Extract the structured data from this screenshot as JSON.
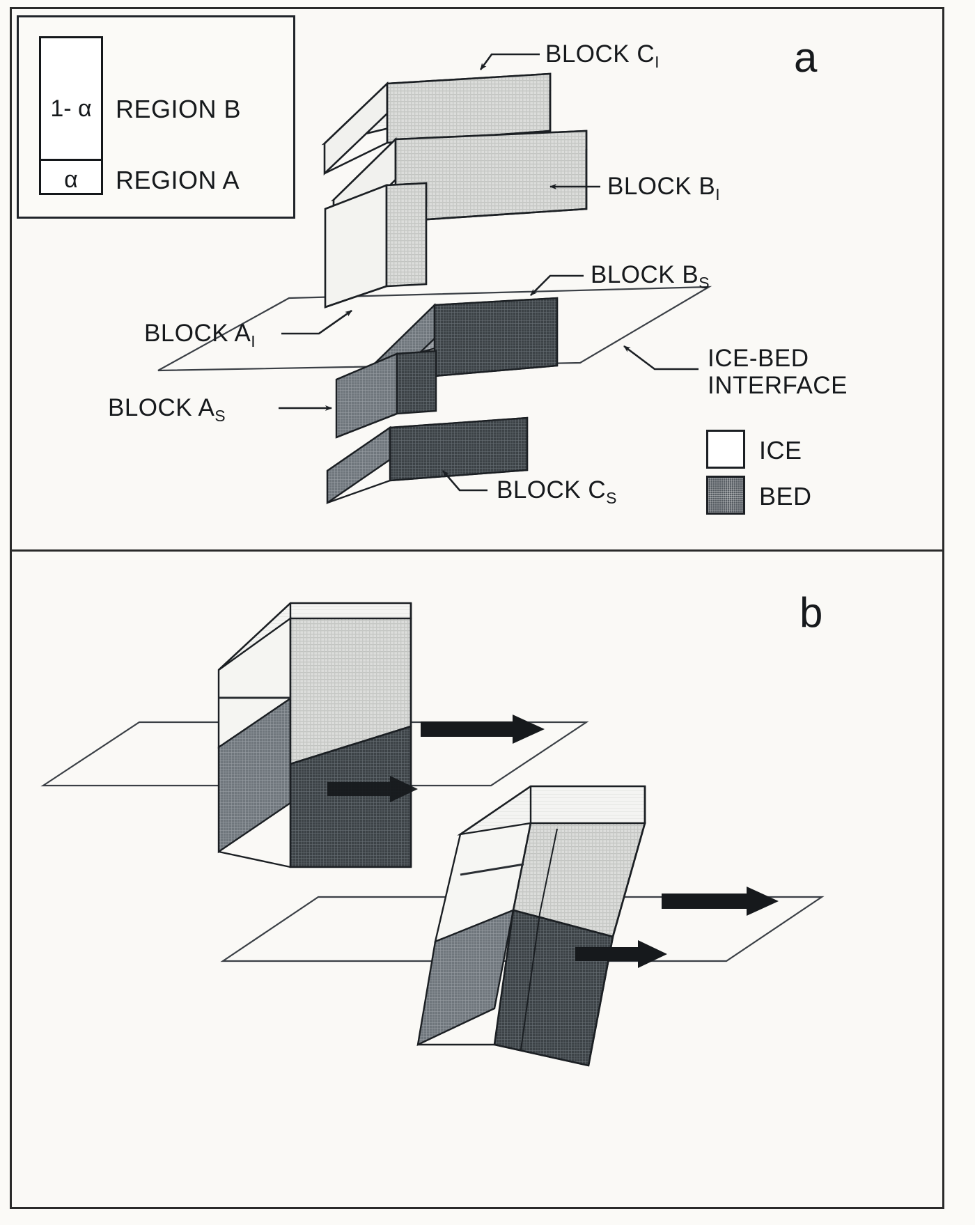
{
  "figure": {
    "panels": [
      {
        "letter": "a"
      },
      {
        "letter": "b"
      }
    ]
  },
  "region_key": {
    "upper_fraction_label": "1- α",
    "upper_region_name": "REGION B",
    "lower_fraction_label": "α",
    "lower_region_name": "REGION A"
  },
  "material_legend": {
    "items": [
      {
        "swatch": "ice-swatch",
        "label": "ICE"
      },
      {
        "swatch": "bed-swatch",
        "label": "BED"
      }
    ]
  },
  "panel_a": {
    "callouts": [
      {
        "name": "block-c-ice",
        "text": "BLOCK C",
        "sub": "I"
      },
      {
        "name": "block-b-ice",
        "text": "BLOCK B",
        "sub": "I"
      },
      {
        "name": "block-b-bed",
        "text": "BLOCK B",
        "sub": "S"
      },
      {
        "name": "block-a-ice",
        "text": "BLOCK A",
        "sub": "I"
      },
      {
        "name": "block-a-bed",
        "text": "BLOCK A",
        "sub": "S"
      },
      {
        "name": "block-c-bed",
        "text": "BLOCK C",
        "sub": "S"
      }
    ],
    "interface_label_line1": "ICE-BED",
    "interface_label_line2": "INTERFACE"
  },
  "colors": {
    "ink": "#16191c",
    "line": "#1b1f23",
    "ice_top": "#fdfdfc",
    "ice_left": "#f2f2ef",
    "ice_front": "#d6d7d4",
    "bed_top": "#8d9298",
    "bed_left": "#6e757b",
    "bed_front": "#3b4146",
    "plane_line": "#3a3f45",
    "paper": "#faf9f6"
  }
}
